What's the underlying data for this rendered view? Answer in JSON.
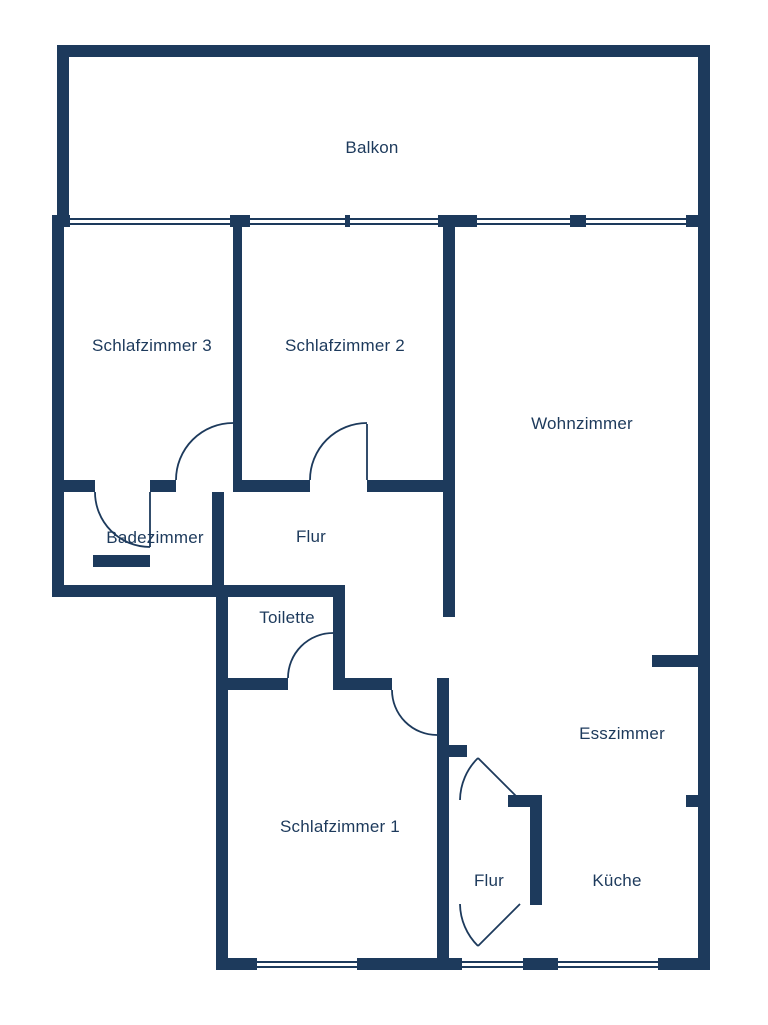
{
  "floorplan": {
    "title": "Apartment floor plan",
    "wall_color": "#1d3a5c",
    "background_color": "#ffffff",
    "rooms": [
      {
        "id": "balkon",
        "label": "Balkon"
      },
      {
        "id": "schlafzimmer-3",
        "label": "Schlafzimmer 3"
      },
      {
        "id": "schlafzimmer-2",
        "label": "Schlafzimmer 2"
      },
      {
        "id": "wohnzimmer",
        "label": "Wohnzimmer"
      },
      {
        "id": "badezimmer",
        "label": "Badezimmer"
      },
      {
        "id": "flur",
        "label": "Flur"
      },
      {
        "id": "toilette",
        "label": "Toilette"
      },
      {
        "id": "esszimmer",
        "label": "Esszimmer"
      },
      {
        "id": "schlafzimmer-1",
        "label": "Schlafzimmer 1"
      },
      {
        "id": "flur-2",
        "label": "Flur"
      },
      {
        "id": "kueche",
        "label": "Küche"
      }
    ]
  }
}
